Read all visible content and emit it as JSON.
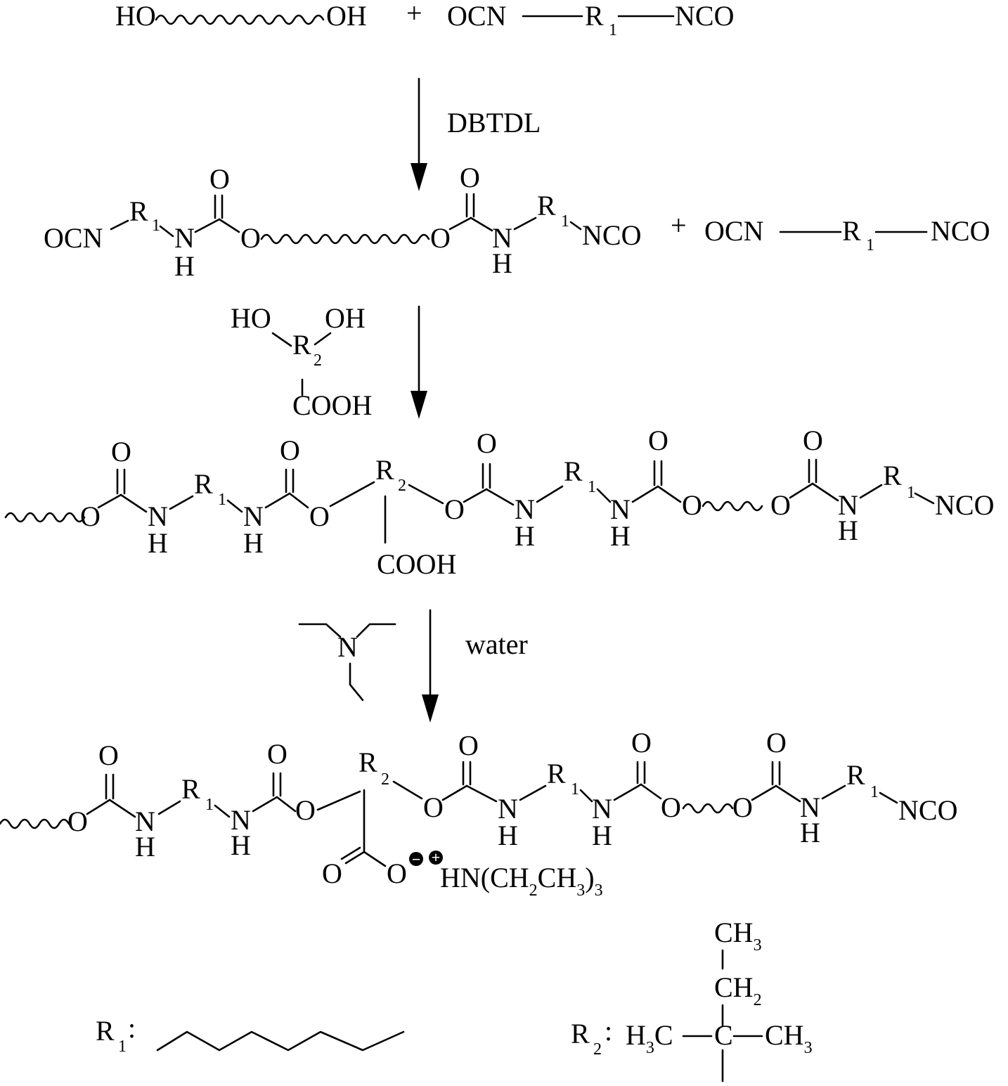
{
  "labels": {
    "ho": "HO",
    "oh": "OH",
    "plus": "+",
    "ocn": "OCN",
    "nco": "NCO",
    "r": "R",
    "o": "O",
    "n": "N",
    "h": "H",
    "cooh": "COOH",
    "hn_ch2": "HN(CH",
    "ch3_open": "CH",
    "close": ")",
    "ch3": "CH",
    "ch2": "CH",
    "h3c": "H",
    "c_c": "C",
    "c_center": "C",
    "colon": ":"
  },
  "subscripts": {
    "one": "1",
    "two": "2",
    "three": "3"
  },
  "conditions": {
    "catalyst": "DBTDL",
    "solvent": "water"
  },
  "charges": {
    "minus": "−",
    "plus": "+"
  },
  "colors": {
    "ink": "#000000",
    "background": "#ffffff"
  }
}
